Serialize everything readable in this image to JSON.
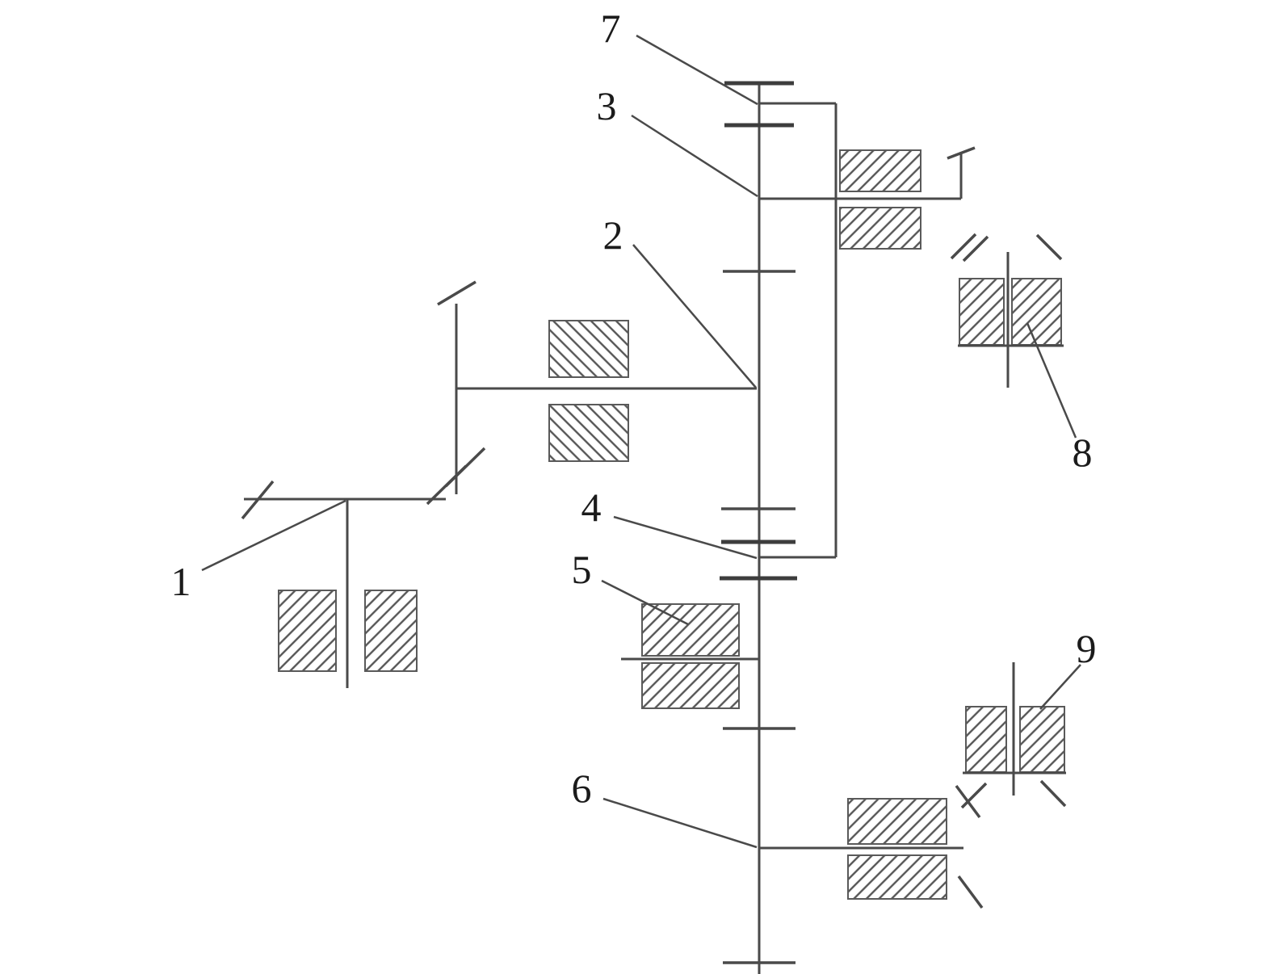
{
  "diagram": {
    "description": "kinematic schematic of a gear transmission with numbered parts",
    "colors": {
      "background": "#ffffff",
      "line": "#4a4a4a",
      "hatch": "#565656",
      "label_text": "#1b1b1b"
    }
  },
  "labels": [
    {
      "text": "1"
    },
    {
      "text": "2"
    },
    {
      "text": "3"
    },
    {
      "text": "4"
    },
    {
      "text": "5"
    },
    {
      "text": "6"
    },
    {
      "text": "7"
    },
    {
      "text": "8"
    },
    {
      "text": "9"
    }
  ]
}
